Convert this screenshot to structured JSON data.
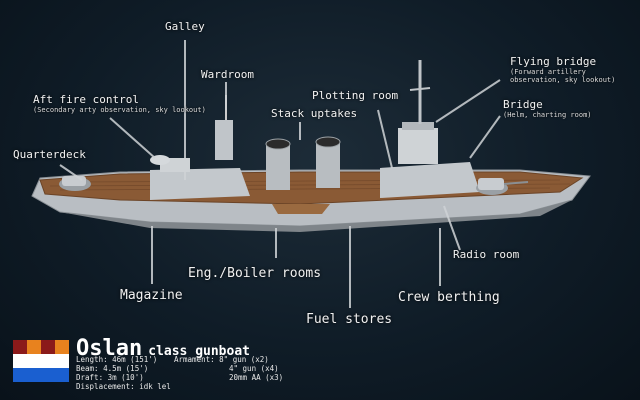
{
  "labels": {
    "galley": "Galley",
    "wardroom": "Wardroom",
    "aft_fire_control": "Aft fire control",
    "aft_fire_control_sub": "(Secondary arty observation, sky lookout)",
    "quarterdeck": "Quarterdeck",
    "stack_uptakes": "Stack uptakes",
    "plotting_room": "Plotting room",
    "flying_bridge": "Flying bridge",
    "flying_bridge_sub1": "(Forward artillery",
    "flying_bridge_sub2": "observation, sky lookout)",
    "bridge": "Bridge",
    "bridge_sub": "(Helm, charting room)",
    "radio_room": "Radio room",
    "eng_boiler_rooms": "Eng./Boiler rooms",
    "magazine": "Magazine",
    "crew_berthing": "Crew berthing",
    "fuel_stores": "Fuel stores"
  },
  "ship": {
    "name": "Oslan",
    "class_label": "class gunboat",
    "length": "Length: 46m (151')",
    "beam": "Beam: 4.5m (15')",
    "draft": "Draft: 3m (10')",
    "displacement": "Displacement: idk lel",
    "armament_1": "Armament: 8\" gun (x2)",
    "armament_2": "4\" gun (x4)",
    "armament_3": "20mm AA (x3)"
  },
  "flag_colors": [
    "#8b1a1a",
    "#e8821e",
    "#ffffff",
    "#1a5fd0"
  ]
}
